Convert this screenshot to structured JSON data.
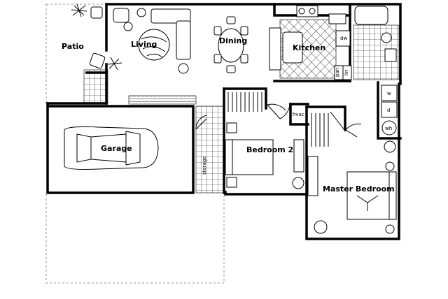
{
  "rooms": {
    "patio": "Patio",
    "living": "Living",
    "dining": "Dining",
    "kitchen": "Kitchen",
    "garage": "Garage",
    "bedroom2": "Bedroom 2",
    "master": "Master Bedroom"
  },
  "fixtures": {
    "dw": "dw",
    "pan": "pan",
    "lin": "lin",
    "hvac": "hvac",
    "storage": "storage",
    "washer": "w",
    "dryer": "d",
    "water_heater": "wh"
  }
}
